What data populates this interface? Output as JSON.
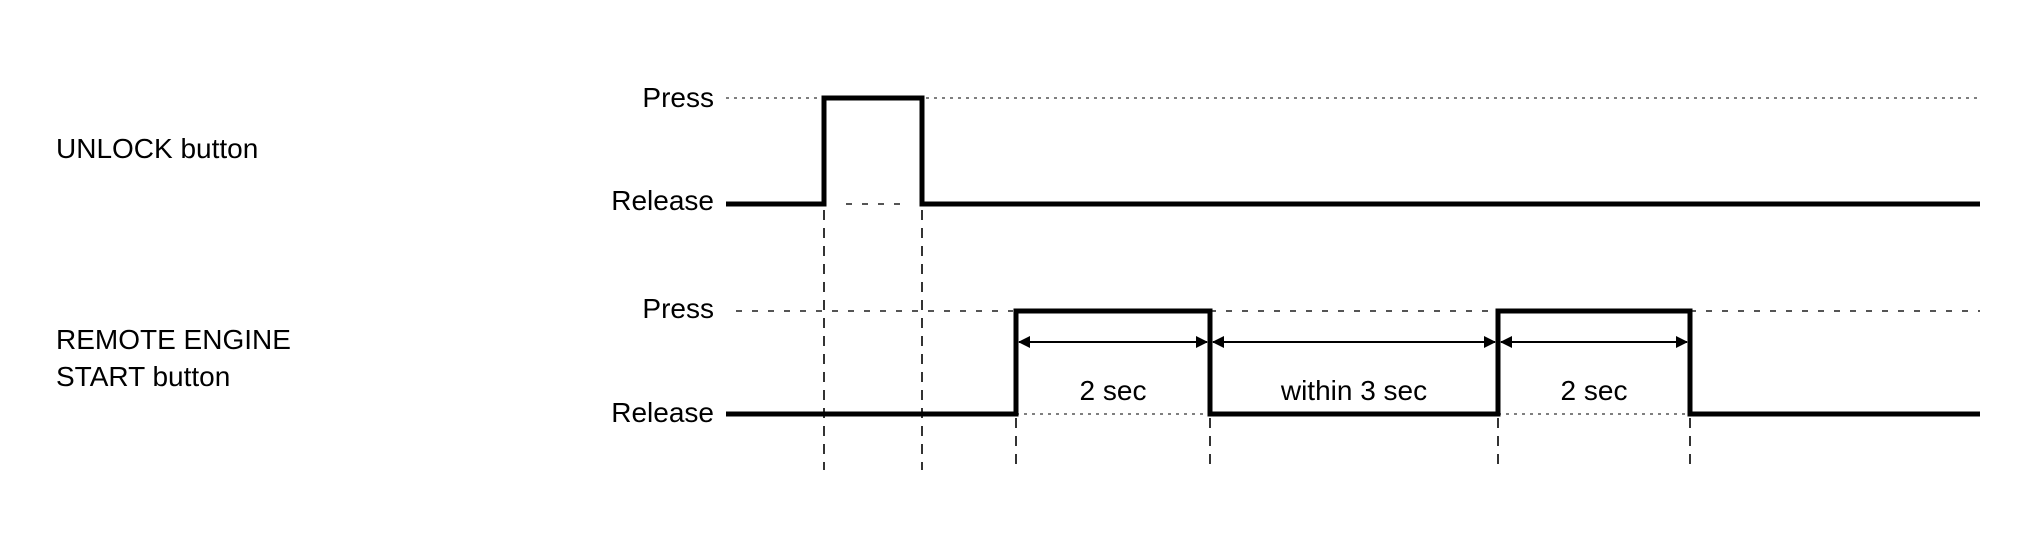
{
  "signals": [
    {
      "name_lines": [
        "UNLOCK button"
      ],
      "high_label": "Press",
      "low_label": "Release"
    },
    {
      "name_lines": [
        "REMOTE ENGINE",
        "START button"
      ],
      "high_label": "Press",
      "low_label": "Release"
    }
  ],
  "intervals": [
    {
      "label": "2 sec"
    },
    {
      "label": "within 3 sec"
    },
    {
      "label": "2 sec"
    }
  ]
}
